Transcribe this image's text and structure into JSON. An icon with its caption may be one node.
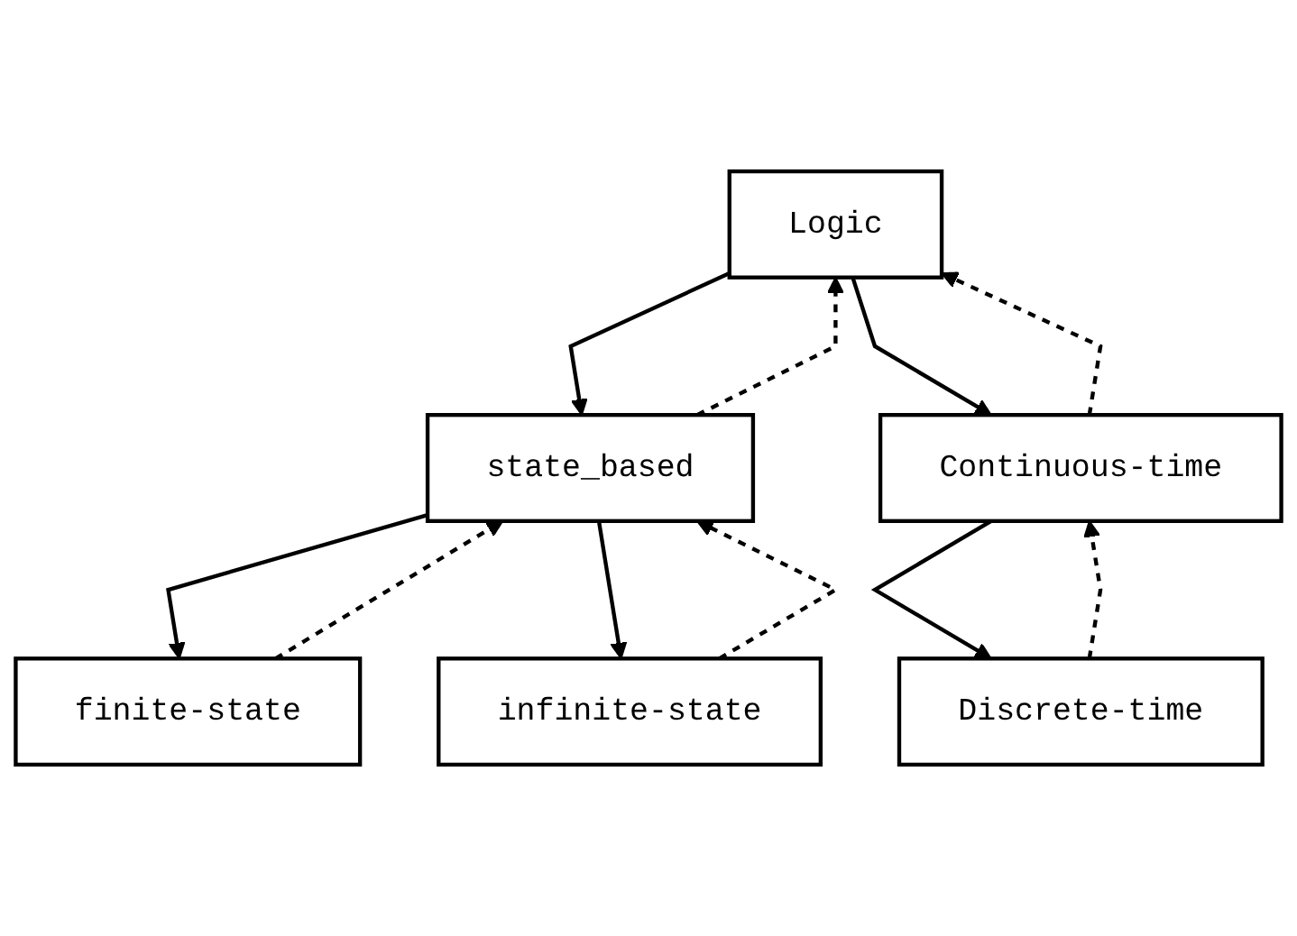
{
  "diagram": {
    "nodes": [
      {
        "text": [
          "Logic"
        ]
      },
      {
        "text": [
          "state_based"
        ]
      },
      {
        "text": [
          "Continuous-time"
        ]
      },
      {
        "text": [
          "finite-state"
        ]
      },
      {
        "text": [
          "infinite-state"
        ]
      },
      {
        "text": [
          "Discrete-time"
        ]
      }
    ],
    "edges": [
      {
        "from": 0,
        "to": 1,
        "arrow": "to"
      },
      {
        "from": 1,
        "to": 0,
        "arrow": "to",
        "style": "dashed"
      },
      {
        "from": 0,
        "to": 2,
        "arrow": "to"
      },
      {
        "from": 2,
        "to": 0,
        "arrow": "to",
        "style": "dashed"
      },
      {
        "from": 1,
        "to": 3,
        "arrow": "to"
      },
      {
        "from": 3,
        "to": 1,
        "arrow": "to",
        "style": "dashed"
      },
      {
        "from": 1,
        "to": 4,
        "arrow": "to"
      },
      {
        "from": 4,
        "to": 1,
        "arrow": "to",
        "style": "dashed"
      },
      {
        "from": 2,
        "to": 5,
        "arrow": "to"
      },
      {
        "from": 5,
        "to": 2,
        "arrow": "to",
        "style": "dashed"
      }
    ]
  }
}
